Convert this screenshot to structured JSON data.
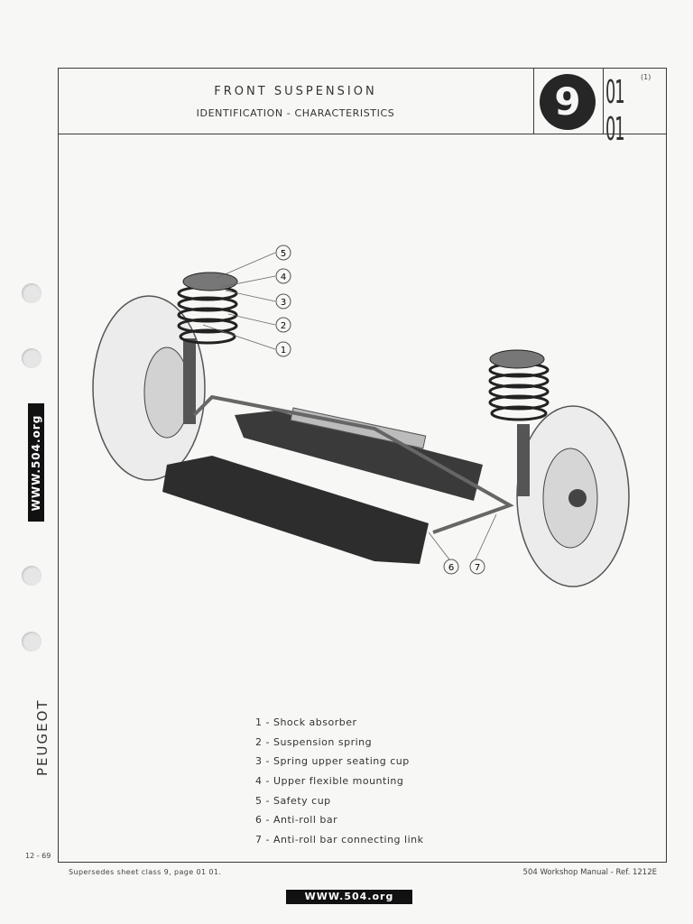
{
  "header": {
    "title": "FRONT SUSPENSION",
    "subtitle": "IDENTIFICATION - CHARACTERISTICS",
    "section_number": "9",
    "page_number": "01 01",
    "page_superscript": "(1)"
  },
  "side": {
    "brand": "WWW.504.org",
    "maker": "PEUGEOT",
    "date": "12 - 69"
  },
  "callouts": [
    "5",
    "4",
    "3",
    "2",
    "1",
    "6",
    "7"
  ],
  "legend": [
    "1 - Shock absorber",
    "2 - Suspension spring",
    "3 - Spring upper seating cup",
    "4 - Upper flexible mounting",
    "5 - Safety cup",
    "6 - Anti-roll bar",
    "7 - Anti-roll bar connecting link"
  ],
  "footer": {
    "left": "Supersedes sheet class 9, page 01 01.",
    "right": "504 Workshop Manual - Ref. 1212E",
    "brand": "WWW.504.org"
  }
}
